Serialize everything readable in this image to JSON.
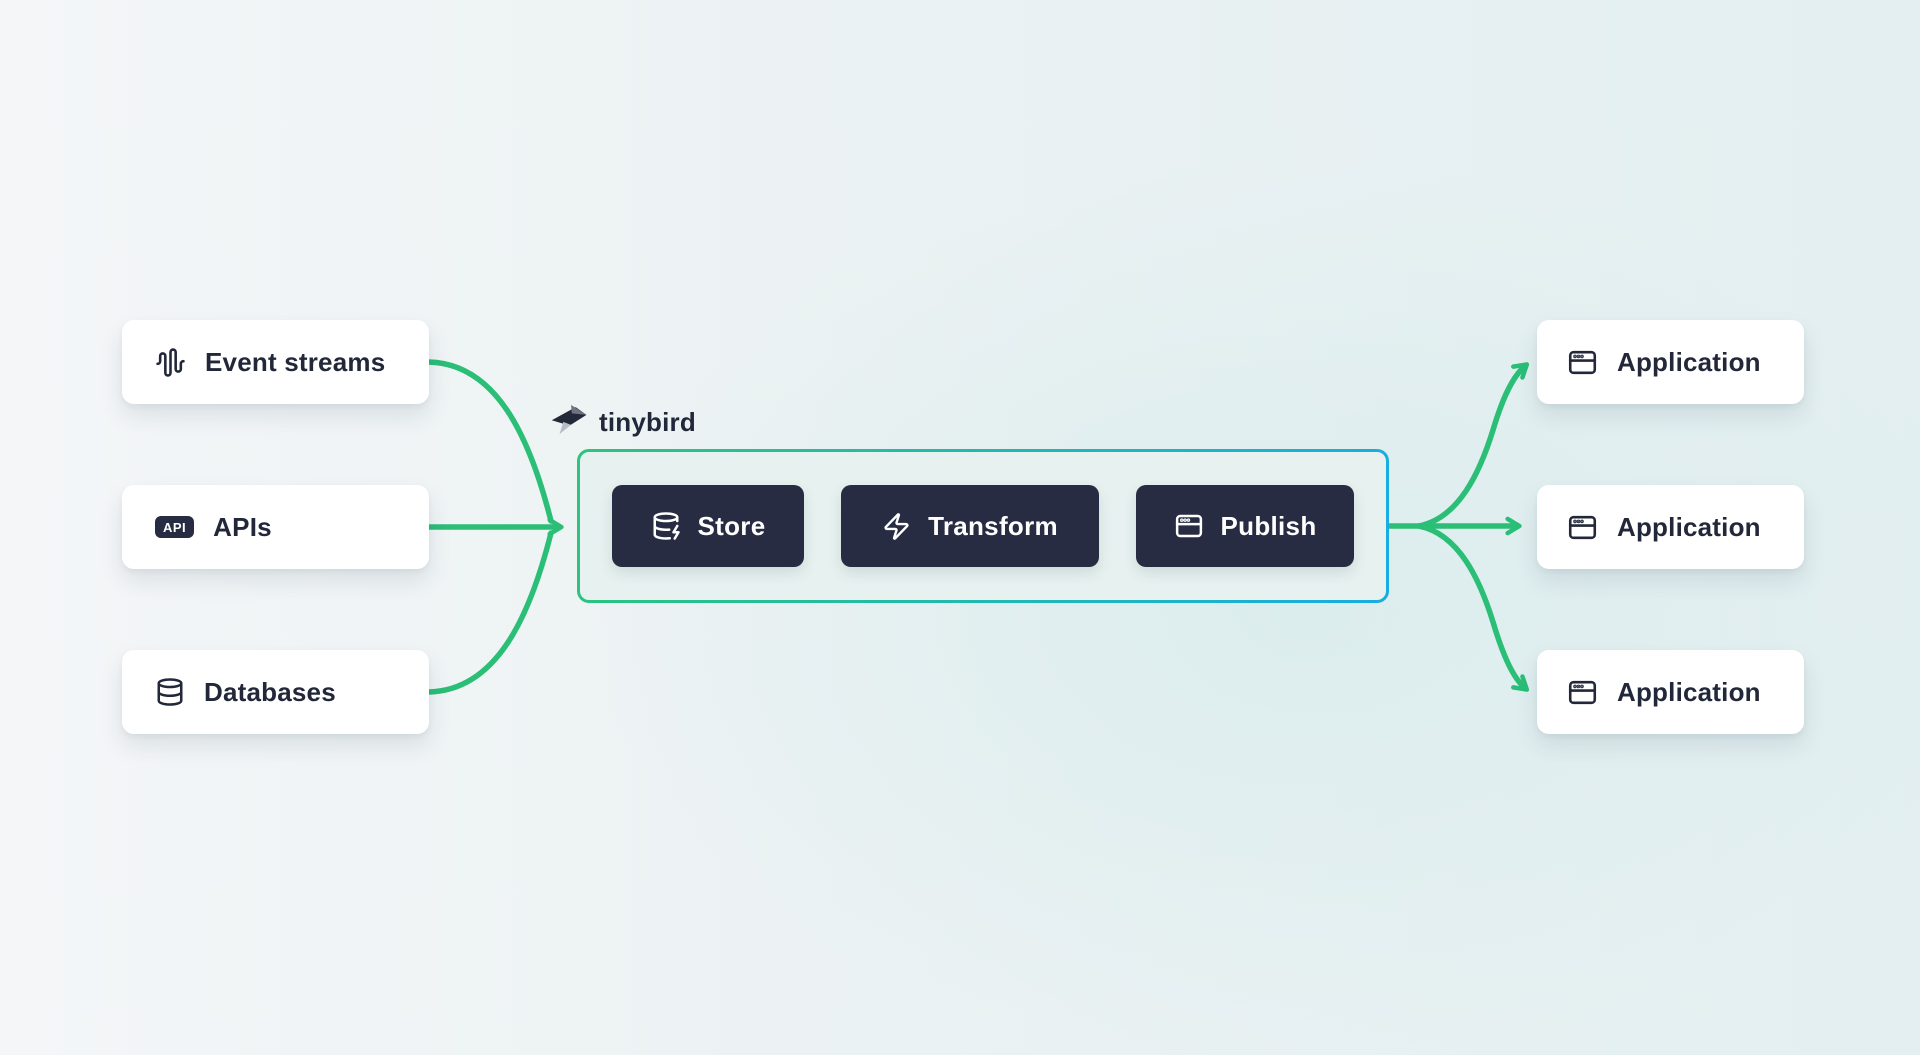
{
  "brand": {
    "name": "tinybird",
    "logo_icon": "bird-logo-icon"
  },
  "sources": [
    {
      "label": "Event streams",
      "icon": "audio-waveform-icon"
    },
    {
      "label": "APIs",
      "icon": "api-badge-icon",
      "badge_text": "API"
    },
    {
      "label": "Databases",
      "icon": "database-icon"
    }
  ],
  "pipeline": [
    {
      "label": "Store",
      "icon": "database-zap-icon"
    },
    {
      "label": "Transform",
      "icon": "zap-icon"
    },
    {
      "label": "Publish",
      "icon": "app-window-icon"
    }
  ],
  "destinations": [
    {
      "label": "Application",
      "icon": "app-window-icon"
    },
    {
      "label": "Application",
      "icon": "app-window-icon"
    },
    {
      "label": "Application",
      "icon": "app-window-icon"
    }
  ],
  "colors": {
    "arrow_green": "#2abe77",
    "grad_start": "#2cc47e",
    "grad_end": "#17ade1",
    "node_dark": "#272c42",
    "text_dark": "#222839",
    "card_bg": "#ffffff",
    "box_fill": "#e7f2f0"
  }
}
